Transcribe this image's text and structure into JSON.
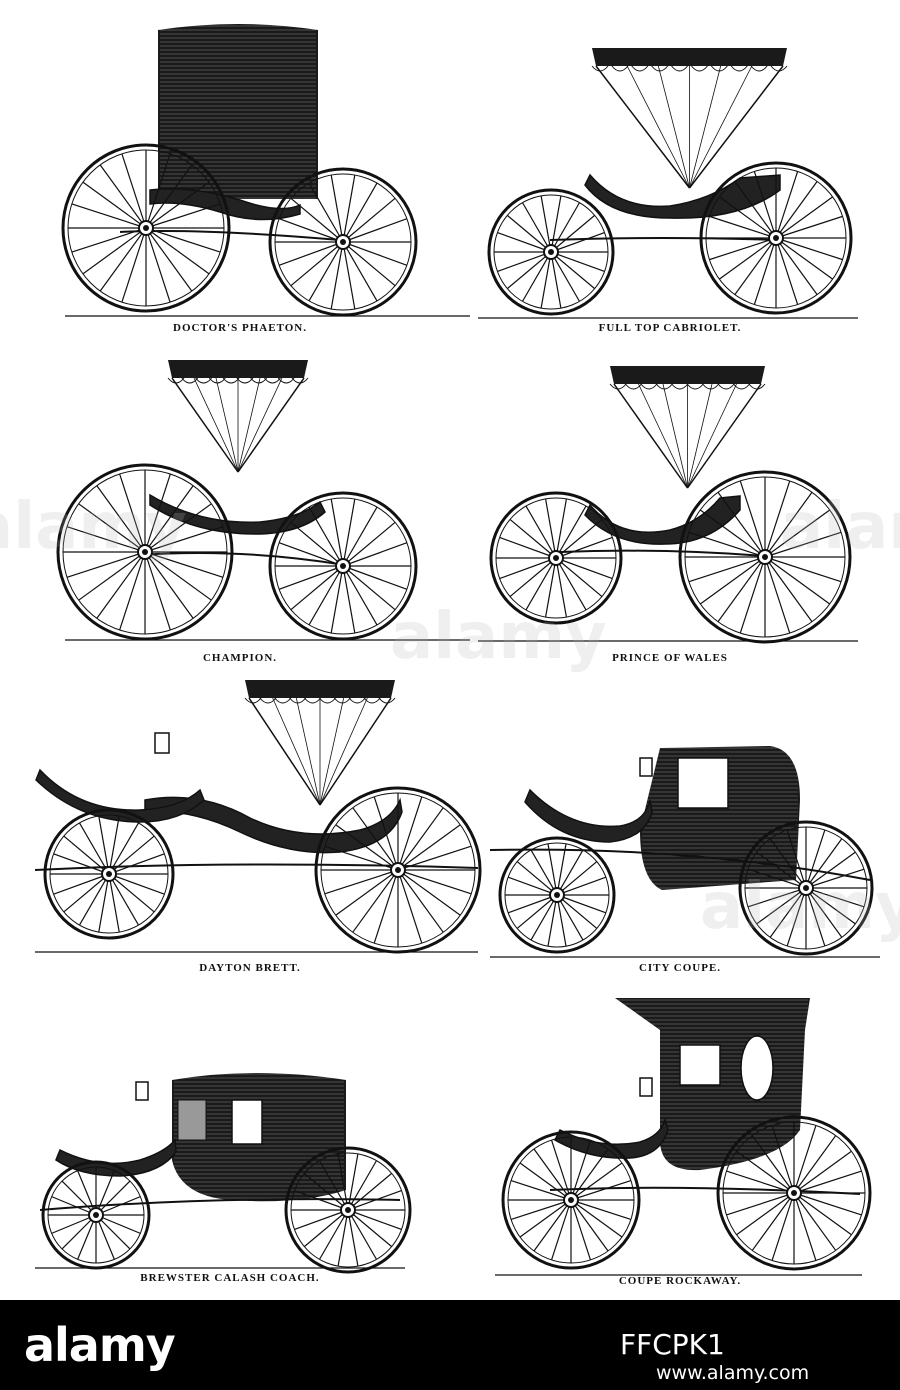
{
  "plate": {
    "captions": [
      "DOCTOR'S PHAETON.",
      "FULL TOP CABRIOLET.",
      "CHAMPION.",
      "PRINCE OF WALES",
      "DAYTON BRETT.",
      "CITY COUPE.",
      "BREWSTER CALASH COACH.",
      "COUPE ROCKAWAY."
    ]
  },
  "watermark": {
    "text": "alamy"
  },
  "stock_bar": {
    "logo": "alamy",
    "image_id": "FFCPK1",
    "url": "www.alamy.com"
  }
}
